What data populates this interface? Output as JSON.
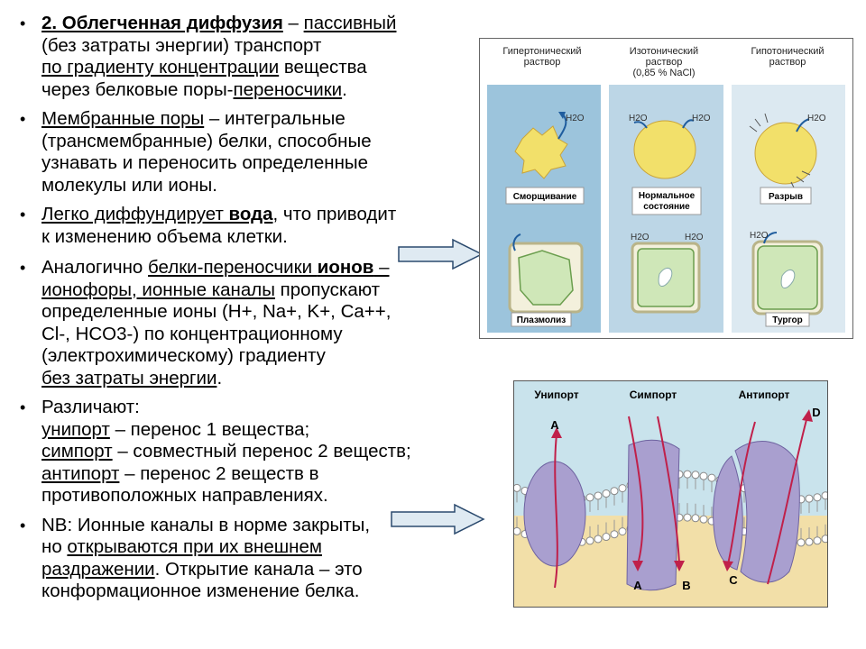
{
  "bullets": [
    {
      "parts": [
        {
          "t": "2. Облегченная диффузия",
          "s": "bu"
        },
        {
          "t": " – "
        },
        {
          "t": "пассивный",
          "s": "u"
        },
        {
          "t": "\n(без затраты энергии) транспорт\n"
        },
        {
          "t": "по градиенту концентрации",
          "s": "u"
        },
        {
          "t": " вещества\nчерез белковые поры-"
        },
        {
          "t": "переносчики",
          "s": "u"
        },
        {
          "t": "."
        }
      ]
    },
    {
      "parts": [
        {
          "t": "Мембранные поры",
          "s": "u"
        },
        {
          "t": " – интегральные\n(трансмембранные) белки, способные\nузнавать и переносить определенные\nмолекулы или ионы."
        }
      ]
    },
    {
      "parts": [
        {
          "t": "Легко диффундирует ",
          "s": "u"
        },
        {
          "t": "вода",
          "s": "bu"
        },
        {
          "t": ", что приводит\nк изменению объема клетки."
        }
      ]
    },
    {
      "parts": [
        {
          "t": "Аналогично "
        },
        {
          "t": "белки-переносчики ",
          "s": "u"
        },
        {
          "t": "ионов",
          "s": "bu"
        },
        {
          "t": " –",
          "s": "u"
        },
        {
          "t": "\n"
        },
        {
          "t": "ионофоры, ионные каналы",
          "s": "u"
        },
        {
          "t": " пропускают\nопределенные ионы (Н+, Na+, K+, Ca++,\nCl-, HCO3-) по концентрационному\n(электрохимическому) градиенту\n"
        },
        {
          "t": "без затраты энергии",
          "s": "u"
        },
        {
          "t": "."
        }
      ]
    },
    {
      "parts": [
        {
          "t": "Различают:\n"
        },
        {
          "t": "унипорт",
          "s": "u"
        },
        {
          "t": " – перенос 1 вещества;\n"
        },
        {
          "t": "симпорт",
          "s": "u"
        },
        {
          "t": " – совместный перенос 2 веществ;\n"
        },
        {
          "t": "антипорт",
          "s": "u"
        },
        {
          "t": " – перенос 2 веществ в\nпротивоположных направлениях."
        }
      ]
    },
    {
      "parts": [
        {
          "t": "NB: Ионные каналы в норме закрыты,\nно "
        },
        {
          "t": "открываются при их внешнем\nраздражении",
          "s": "u"
        },
        {
          "t": ". Открытие канала – это\nконформационное изменение белка."
        }
      ]
    }
  ],
  "osmosis": {
    "columns": [
      "Гипертонический\nраствор",
      "Изотонический\nраствор\n(0,85 % NaCl)",
      "Гипотонический\nраствор"
    ],
    "labels": [
      "Сморщивание",
      "Нормальное\nсостояние",
      "Разрыв",
      "Плазмолиз",
      "Тургор"
    ],
    "water": "H2O",
    "colors": {
      "hyper": "#9cc4dc",
      "iso": "#bcd6e6",
      "hypo": "#dce9f1",
      "cell": "#f2e06a",
      "plant": "#cfe7b8"
    }
  },
  "transport": {
    "titles": [
      "Унипорт",
      "Симпорт",
      "Антипорт"
    ],
    "letters": [
      "A",
      "A",
      "B",
      "C",
      "D"
    ],
    "colors": {
      "top": "#c9e3ec",
      "bottom": "#f2dfa8",
      "protein": "#a99fcf",
      "arrow": "#c0204a"
    }
  }
}
